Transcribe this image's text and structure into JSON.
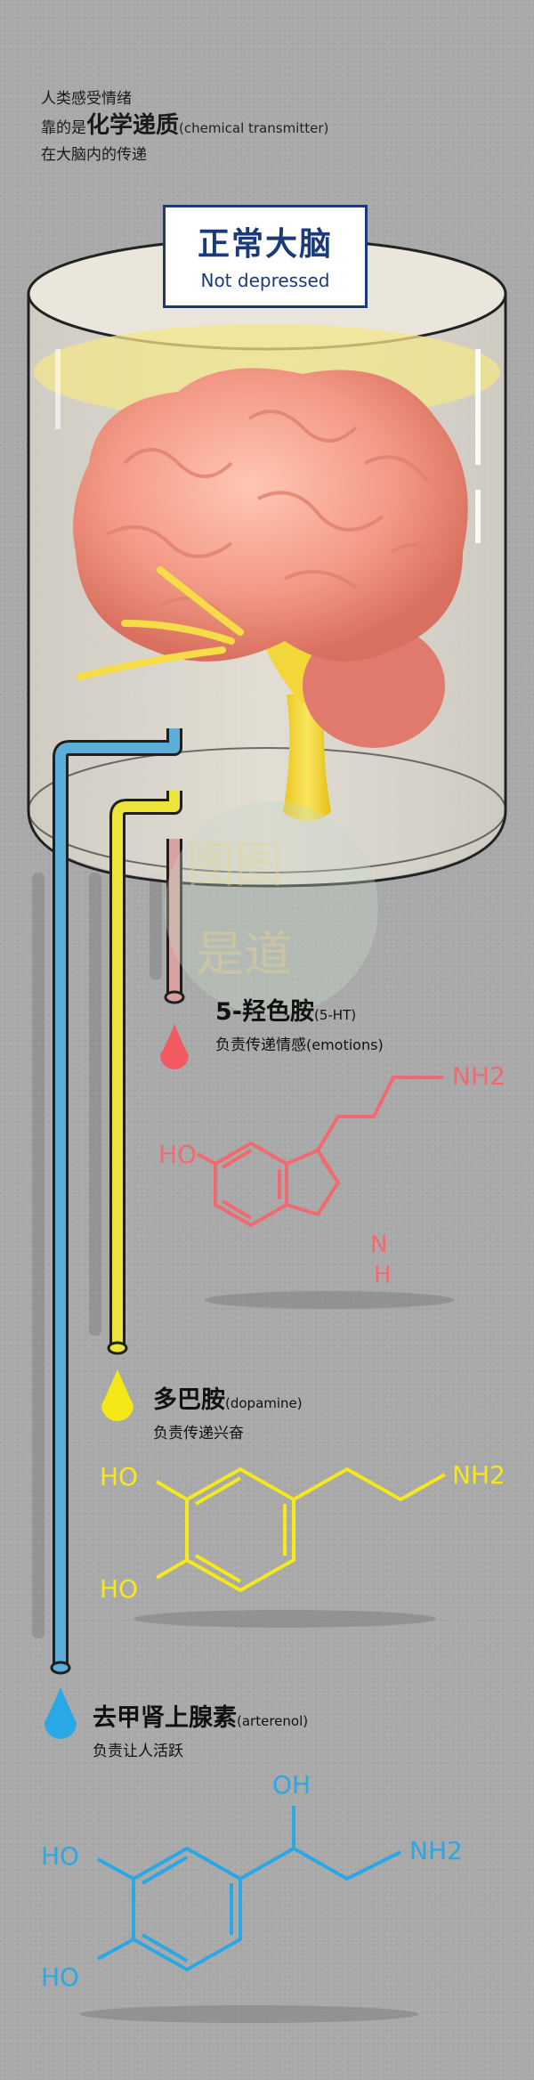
{
  "intro": {
    "line1": "人类感受情绪",
    "line2_prefix": "靠的是",
    "line2_big": "化学递质",
    "line2_en": "(chemical transmitter)",
    "line3": "在大脑内的传递"
  },
  "sign": {
    "cn": "正常大脑",
    "en": "Not depressed"
  },
  "watermark": {
    "line1": "图图",
    "line2": "是道"
  },
  "neurotransmitters": [
    {
      "name": "5-羟色胺",
      "abbr": "(5-HT)",
      "desc_cn": "负责传递情感",
      "desc_en": "(emotions)",
      "color": "#f06a6f",
      "formula": {
        "ho": "HO",
        "nh2": "NH2",
        "nh": "N",
        "h": "H"
      }
    },
    {
      "name": "多巴胺",
      "abbr": "(dopamine)",
      "desc_cn": "负责传递兴奋",
      "desc_en": "",
      "color": "#f5e81c",
      "formula": {
        "ho1": "HO",
        "ho2": "HO",
        "nh2": "NH2"
      }
    },
    {
      "name": "去甲肾上腺素",
      "abbr": "(arterenol)",
      "desc_cn": "负责让人活跃",
      "desc_en": "",
      "color": "#2aa8e6",
      "formula": {
        "oh": "OH",
        "ho1": "HO",
        "ho2": "HO",
        "nh2": "NH2"
      }
    }
  ],
  "colors": {
    "background": "#a9a9a9",
    "sign_blue": "#1b3a7a",
    "brain": "#f39a86",
    "brainstem": "#f5dd3a",
    "pipe_blue": "#5aaed8",
    "pipe_yellow": "#ede43a",
    "pipe_pink": "#d8a2a0"
  }
}
